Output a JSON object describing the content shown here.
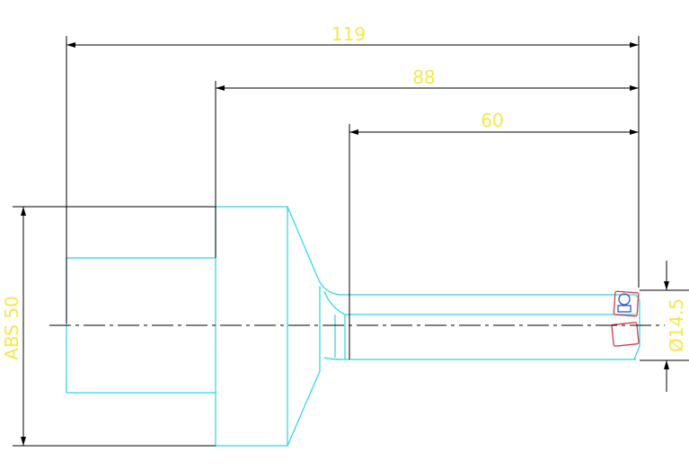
{
  "colors": {
    "background": "#ffffff",
    "dimension_lines": "#000000",
    "dimension_text": "#f2e84a",
    "outline": "#2bd3e6",
    "insert": "#d83a4d",
    "insert_screw": "#2f57c7"
  },
  "dimensions": {
    "overall_length": "119",
    "mid_length": "88",
    "head_length": "60",
    "shank_diameter": "ABS 50",
    "bore_diameter": "Ø14.5"
  }
}
